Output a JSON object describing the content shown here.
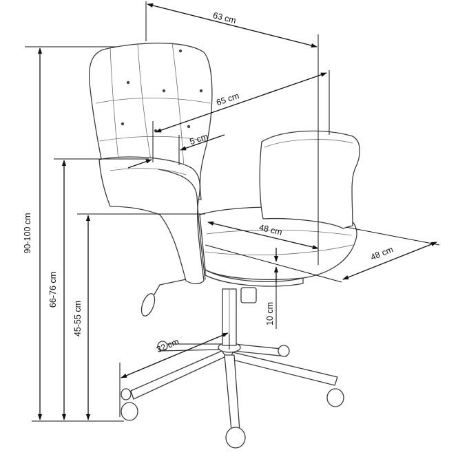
{
  "colors": {
    "line": "#111111",
    "chair": "#3a3a3a",
    "background": "#ffffff"
  },
  "dimensions": {
    "width_top": "63 cm",
    "depth_full": "65 cm",
    "arm_width": "5 cm",
    "seat_width": "48 cm",
    "seat_depth": "48 cm",
    "height_total": "90-100 cm",
    "height_armrest": "66-76 cm",
    "height_seat": "45-55 cm",
    "seat_adjust": "10 cm",
    "base_radius": "32 cm"
  }
}
